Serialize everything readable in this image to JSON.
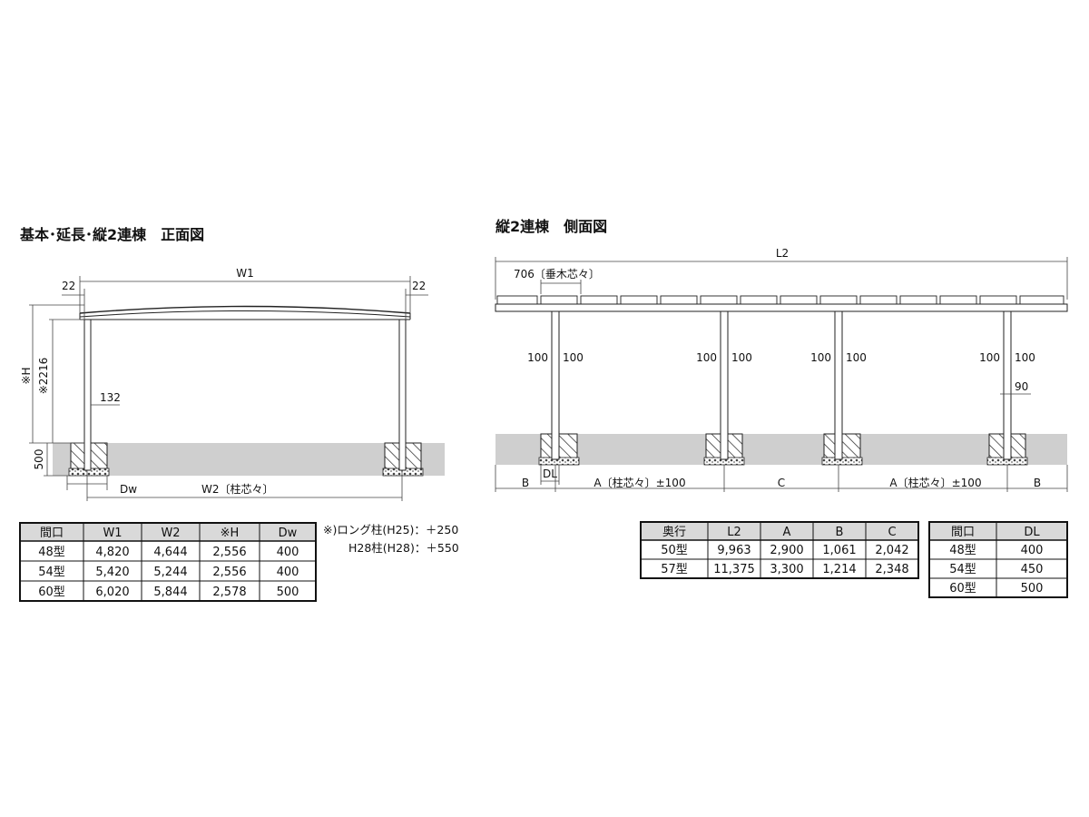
{
  "front": {
    "title": "基本･延長･縦2連棟　正面図",
    "dims": {
      "w1": "W1",
      "left_overhang": "22",
      "right_overhang": "22",
      "h": "※H",
      "h2": "※2216",
      "post": "132",
      "base": "500",
      "dw": "Dw",
      "w2": "W2〔柱芯々〕"
    }
  },
  "side": {
    "title": "縦2連棟　側面図",
    "dims": {
      "l2": "L2",
      "rafter": "706〔垂木芯々〕",
      "offset_left": "100",
      "offset_right": "100",
      "post": "90",
      "dl": "DL",
      "b": "B",
      "a": "A〔柱芯々〕±100",
      "c": "C"
    }
  },
  "note": {
    "line1": "※)ロング柱(H25)：＋250",
    "line2": "H28柱(H28)：＋550"
  },
  "table_front": {
    "headers": [
      "間口",
      "W1",
      "W2",
      "※H",
      "Dw"
    ],
    "rows": [
      [
        "48型",
        "4,820",
        "4,644",
        "2,556",
        "400"
      ],
      [
        "54型",
        "5,420",
        "5,244",
        "2,556",
        "400"
      ],
      [
        "60型",
        "6,020",
        "5,844",
        "2,578",
        "500"
      ]
    ]
  },
  "table_side": {
    "headers": [
      "奥行",
      "L2",
      "A",
      "B",
      "C"
    ],
    "rows": [
      [
        "50型",
        "9,963",
        "2,900",
        "1,061",
        "2,042"
      ],
      [
        "57型",
        "11,375",
        "3,300",
        "1,214",
        "2,348"
      ]
    ]
  },
  "table_dl": {
    "headers": [
      "間口",
      "DL"
    ],
    "rows": [
      [
        "48型",
        "400"
      ],
      [
        "54型",
        "450"
      ],
      [
        "60型",
        "500"
      ]
    ]
  }
}
